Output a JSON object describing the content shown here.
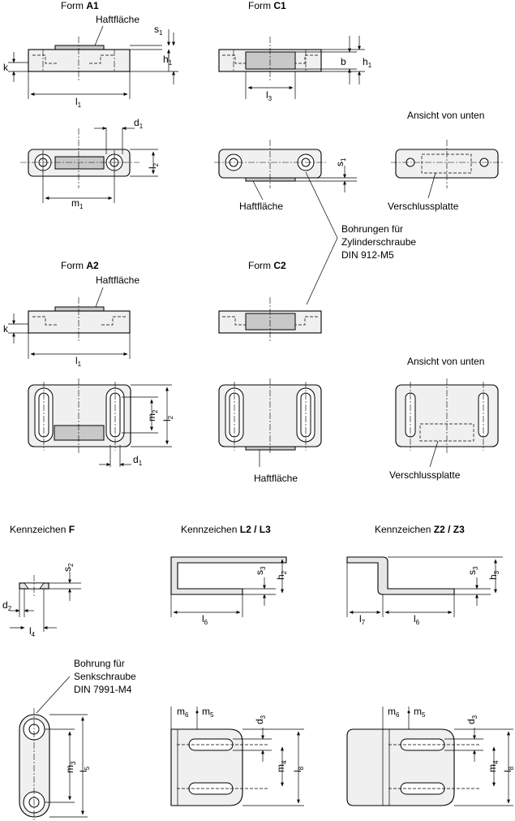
{
  "labels": {
    "form_a1_prefix": "Form ",
    "form_a1_bold": "A1",
    "form_c1_prefix": "Form ",
    "form_c1_bold": "C1",
    "form_a2_prefix": "Form ",
    "form_a2_bold": "A2",
    "form_c2_prefix": "Form ",
    "form_c2_bold": "C2",
    "haftflaeche": "Haftfläche",
    "ansicht_von_unten": "Ansicht von unten",
    "verschlussplatte": "Verschlussplatte",
    "bohrungen_line1": "Bohrungen für",
    "bohrungen_line2": "Zylinderschraube",
    "bohrungen_line3": "DIN 912-M5",
    "kennzeichen_prefix": "Kennzeichen ",
    "kennzeichen_f": "F",
    "kennzeichen_l": "L2 / L3",
    "kennzeichen_z": "Z2 / Z3",
    "bohrung_line1": "Bohrung für",
    "bohrung_line2": "Senkschraube",
    "bohrung_line3": "DIN 7991-M4"
  },
  "dims": {
    "s": "s",
    "h": "h",
    "k": "k",
    "l": "l",
    "d": "d",
    "m": "m",
    "b": "b",
    "one": "1",
    "two": "2",
    "three": "3",
    "four": "4",
    "five": "5",
    "six": "6",
    "seven": "7",
    "eight": "8"
  }
}
